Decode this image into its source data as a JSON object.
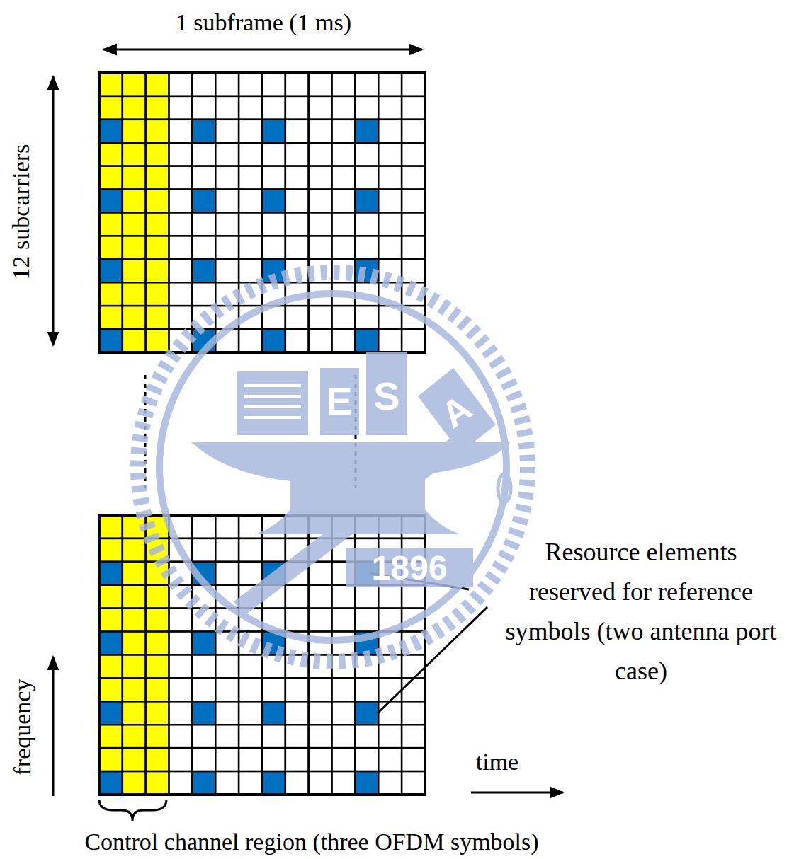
{
  "diagram": {
    "labels": [
      "1 subframe (1 ms)",
      "12 subcarriers",
      "Resource elements reserved for reference symbols (two antenna port case)",
      "frequency",
      "time",
      "Control channel region (three OFDM symbols)",
      "E",
      "S",
      "A",
      "1896"
    ]
  }
}
